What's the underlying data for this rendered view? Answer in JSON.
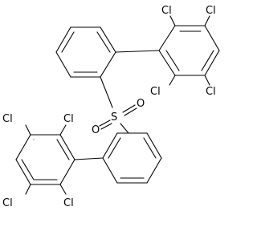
{
  "molecule": {
    "sulfur": "S",
    "oxygen_upper": "O",
    "oxygen_lower": "O",
    "chlorines": {
      "top_ring_upper_left": "Cl",
      "top_ring_upper_right": "Cl",
      "top_ring_right": "Cl",
      "top_ring_lower_left": "Cl",
      "bottom_ring_upper_left": "Cl",
      "bottom_ring_upper_right": "Cl",
      "bottom_ring_lower_left": "Cl",
      "bottom_ring_lower_right": "Cl"
    },
    "colors": {
      "ink": "#000000",
      "background": "#ffffff"
    }
  }
}
